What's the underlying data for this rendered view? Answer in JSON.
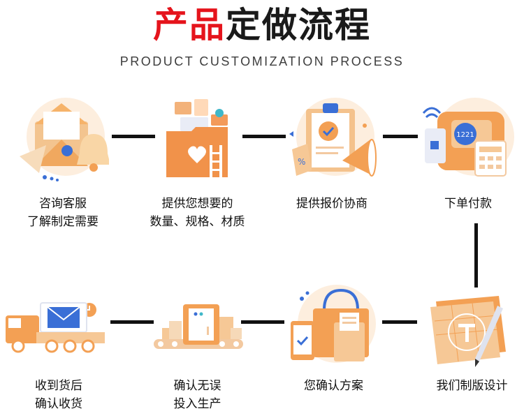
{
  "title": {
    "part1": "产品",
    "part2": "定做流程"
  },
  "subtitle": "PRODUCT CUSTOMIZATION PROCESS",
  "accent_color": "#e5141c",
  "steps": [
    {
      "icon": "envelope-bell-icon",
      "lines": [
        "咨询客服",
        "了解制定需要"
      ]
    },
    {
      "icon": "folder-files-icon",
      "lines": [
        "提供您想要的",
        "数量、规格、材质"
      ]
    },
    {
      "icon": "clipboard-megaphone-icon",
      "lines": [
        "提供报价协商"
      ]
    },
    {
      "icon": "payment-terminal-icon",
      "lines": [
        "下单付款"
      ]
    },
    {
      "icon": "drafting-tools-icon",
      "lines": [
        "我们制版设计"
      ]
    },
    {
      "icon": "shopping-bag-phone-icon",
      "lines": [
        "您确认方案"
      ]
    },
    {
      "icon": "factory-conveyor-icon",
      "lines": [
        "确认无误",
        "投入生产"
      ]
    },
    {
      "icon": "delivery-truck-icon",
      "lines": [
        "收到货后",
        "确认收货"
      ]
    }
  ],
  "badge_number": "1221"
}
